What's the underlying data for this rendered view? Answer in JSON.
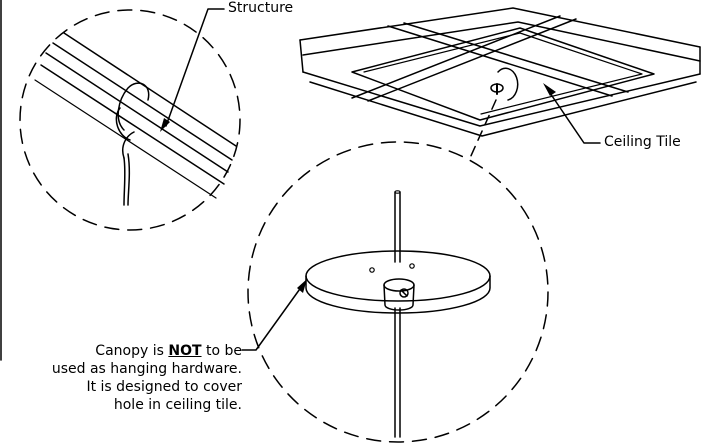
{
  "labels": {
    "structure": "Structure",
    "ceiling_tile": "Ceiling Tile"
  },
  "note": {
    "line1_prefix": "Canopy is",
    "line1_emphasis": "NOT",
    "line1_suffix": "to be",
    "line2": "used as hanging hardware.",
    "line3": "It is designed to cover",
    "line4": "hole in ceiling tile."
  },
  "colors": {
    "stroke": "#000000",
    "background": "#ffffff"
  }
}
